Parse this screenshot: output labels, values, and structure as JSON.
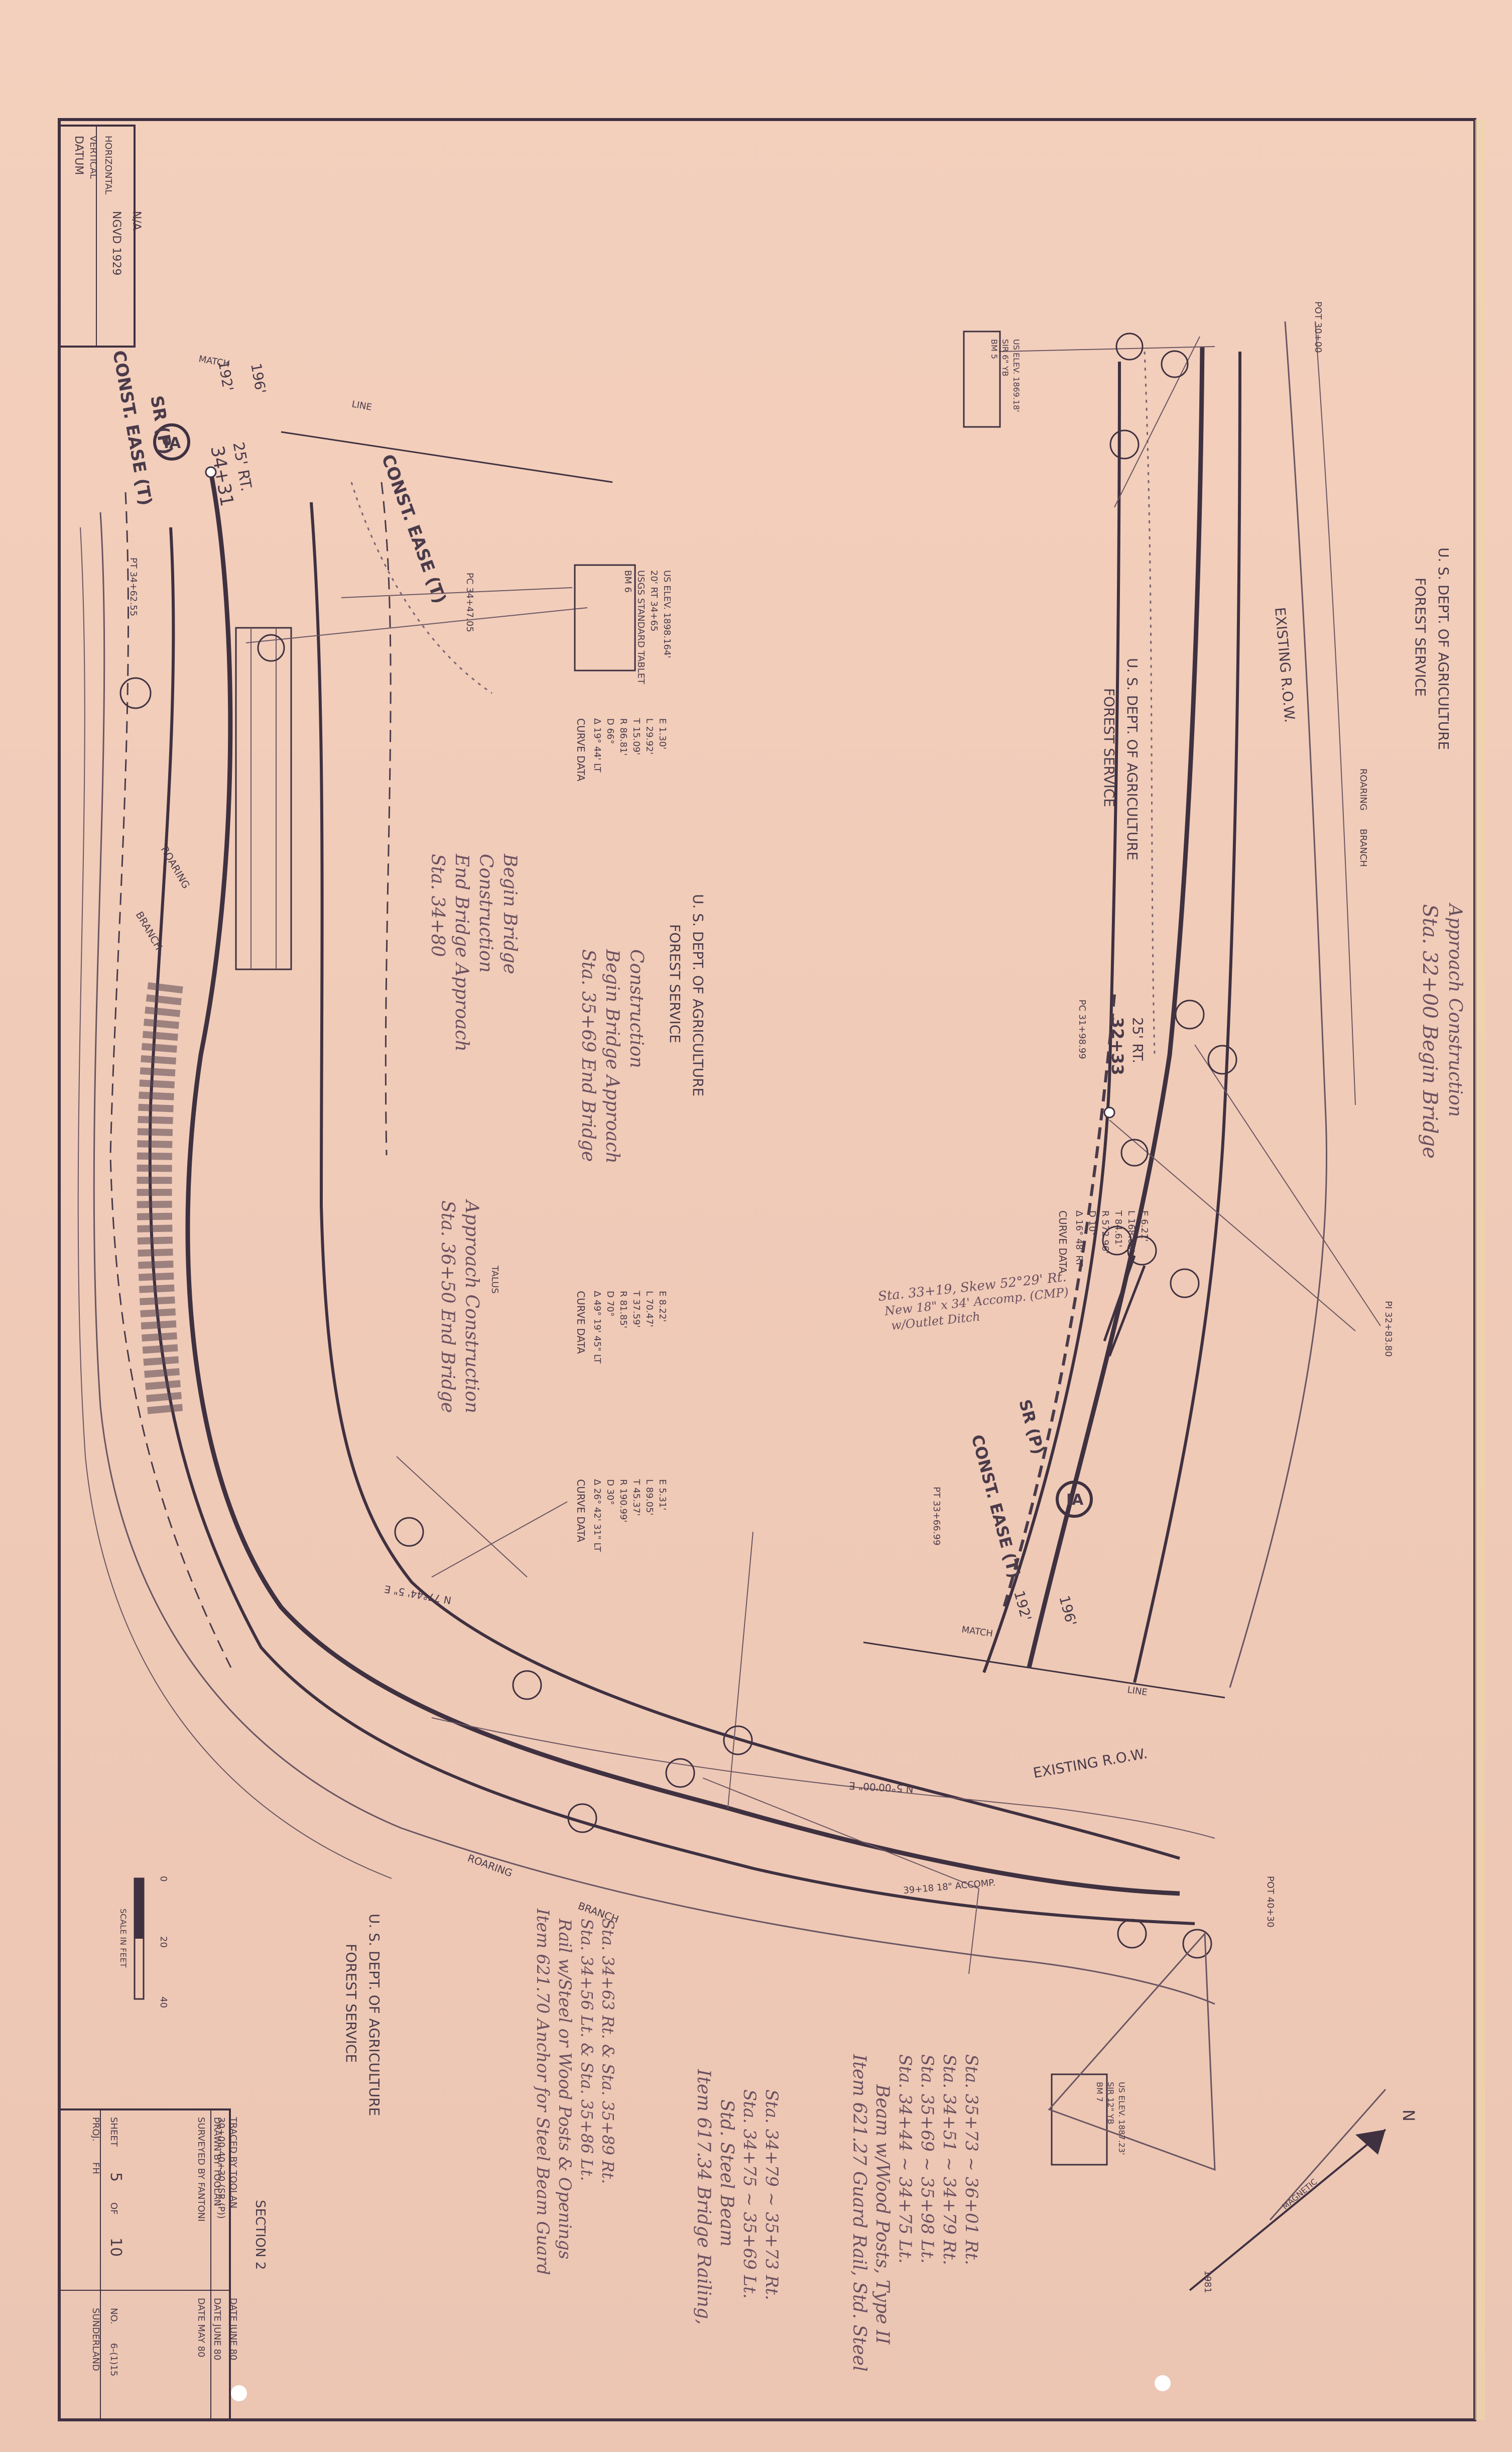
{
  "datum": {
    "title": "DATUM",
    "vertical_label": "VERTICAL",
    "horizontal_label": "HORIZONTAL",
    "vertical_value": "NGVD 1929",
    "horizontal_value": "N/A"
  },
  "agency": {
    "line1": "FOREST SERVICE",
    "line2": "U. S. DEPT. OF AGRICULTURE"
  },
  "left": {
    "match_label": "MATCH",
    "line_label": "LINE",
    "sta_top": "34+31",
    "offset_top": "25' RT.",
    "sr_label": "SR (P)",
    "const_ease": "CONST. EASE (T)",
    "const_ease_right": "CONST. EASE (T)",
    "dim_192": "192'",
    "dim_196": "196'",
    "marker": "IA",
    "pc_label": "PC 34+47.05",
    "pt_label": "PT 34+62.55",
    "roaring": "ROARING",
    "branch": "BRANCH",
    "bearing_1": "N 5°00'00\" E",
    "bearing_2": "N 77°44' 5\" E",
    "talus": "TALUS",
    "existing_row": "EXISTING R.O.W.",
    "bm": {
      "line1": "BM 6",
      "line2": "USGS STANDARD TABLET",
      "line3": "20' RT 34+65",
      "line4": "US ELEV. 1898.164'"
    },
    "curve1": {
      "title": "CURVE      DATA",
      "rows": [
        "Δ   19° 44' LT",
        "D   66°",
        "R   86.81'",
        "T   15.09'",
        "L   29.92'",
        "E   1.30'"
      ]
    },
    "curve2": {
      "title": "CURVE      DATA",
      "rows": [
        "Δ   49° 19' 45\" LT",
        "D   70°",
        "R   81.85'",
        "T   37.59'",
        "L   70.47'",
        "E   8.22'"
      ]
    },
    "curve3": {
      "title": "CURVE      DATA",
      "rows": [
        "Δ   26° 42' 31\" LT",
        "D   30°",
        "R   190.99'",
        "T   45.37'",
        "L   89.05'",
        "E   5.31'"
      ]
    },
    "notes": [
      [
        "Sta. 34+80",
        "End Bridge Approach",
        "Construction",
        "Begin Bridge"
      ],
      [
        "Sta. 35+69 End Bridge",
        "Begin Bridge Approach",
        "Construction"
      ],
      [
        "Sta. 36+50 End Bridge",
        "Approach Construction"
      ]
    ]
  },
  "right": {
    "pot_top": "POT 30+00",
    "pot_bottom": "POT 40+30",
    "existing_row": "EXISTING R.O.W.",
    "roaring": "ROARING",
    "branch": "BRANCH",
    "sta_mid": "32+33",
    "offset_mid": "25' RT.",
    "pc_label": "PC 31+98.99",
    "pi_label": "PI 32+83.80",
    "pt_label": "PT 33+66.99",
    "marker": "IA",
    "sr_label": "SR (P)",
    "const_ease": "CONST. EASE (T)",
    "dim_192": "192'",
    "dim_196": "196'",
    "match_label": "MATCH",
    "line_label": "LINE",
    "bm_top": {
      "line1": "BM 5",
      "line2": "SIR 6\" YB",
      "line3": "US ELEV. 1869.18'"
    },
    "bm_bottom": {
      "line1": "BM 7",
      "line2": "SIR 12\" YB",
      "line3": "US ELEV. 1887.23'"
    },
    "curve": {
      "title": "CURVE      DATA",
      "rows": [
        "Δ   16° 48' RT",
        "D   10°",
        "R   572.96'",
        "T   84.61'",
        "L   168.00'",
        "E   6.21'"
      ]
    },
    "note_top": [
      "Sta. 32+00 Begin Bridge",
      "Approach Construction"
    ],
    "note_ditch": [
      "Sta. 33+19, Skew 52°29' Rt.",
      "New 18\" x 34' Accomp. (CMP)",
      "w/Outlet Ditch"
    ],
    "accomp": "39+18   18\" ACCOMP."
  },
  "items": {
    "item1": [
      "Item 621.27 Guard Rail, Std. Steel",
      "Beam w/Wood Posts, Type II",
      "Sta. 34+44 ~ 34+75 Lt.",
      "Sta. 35+69 ~ 35+98 Lt.",
      "Sta. 34+51 ~ 34+79 Rt.",
      "Sta. 35+73 ~ 36+01 Rt."
    ],
    "item2": [
      "Item 617.34 Bridge Railing,",
      "Std. Steel Beam",
      "Sta. 34+75 ~ 35+69 Lt.",
      "Sta. 34+79 ~ 35+73 Rt."
    ],
    "item3": [
      "Item 621.70 Anchor for Steel Beam Guard",
      "Rail w/Steel or Wood Posts & Openings",
      "Sta. 34+56 Lt. & Sta. 35+86 Lt.",
      "Sta. 34+63 Rt. & Sta. 35+89 Rt."
    ]
  },
  "scale": {
    "label": "SCALE IN FEET",
    "ticks": [
      "0",
      "20",
      "40"
    ]
  },
  "north": "N",
  "magnetic": "MAGNETIC",
  "year": "1981",
  "title_block": {
    "station_range": "30+00-40+30 (SR (P))",
    "surveyed_by": "SURVEYED BY   FANTONI",
    "drawn_by": "DRAWN BY   TOOLAN",
    "traced_by": "TRACED BY   TOOLAN",
    "date_survey": "DATE MAY 80",
    "date_drawn": "DATE JUNE 80",
    "date_traced": "DATE JUNE 80",
    "proj": "PROJ.",
    "proj_value": "FH",
    "sheet": "SHEET",
    "sheet_value": "5",
    "of": "OF",
    "of_value": "10",
    "place": "SUNDERLAND",
    "no": "NO.",
    "no_value": "6-(1)15",
    "section": "SECTION 2"
  }
}
